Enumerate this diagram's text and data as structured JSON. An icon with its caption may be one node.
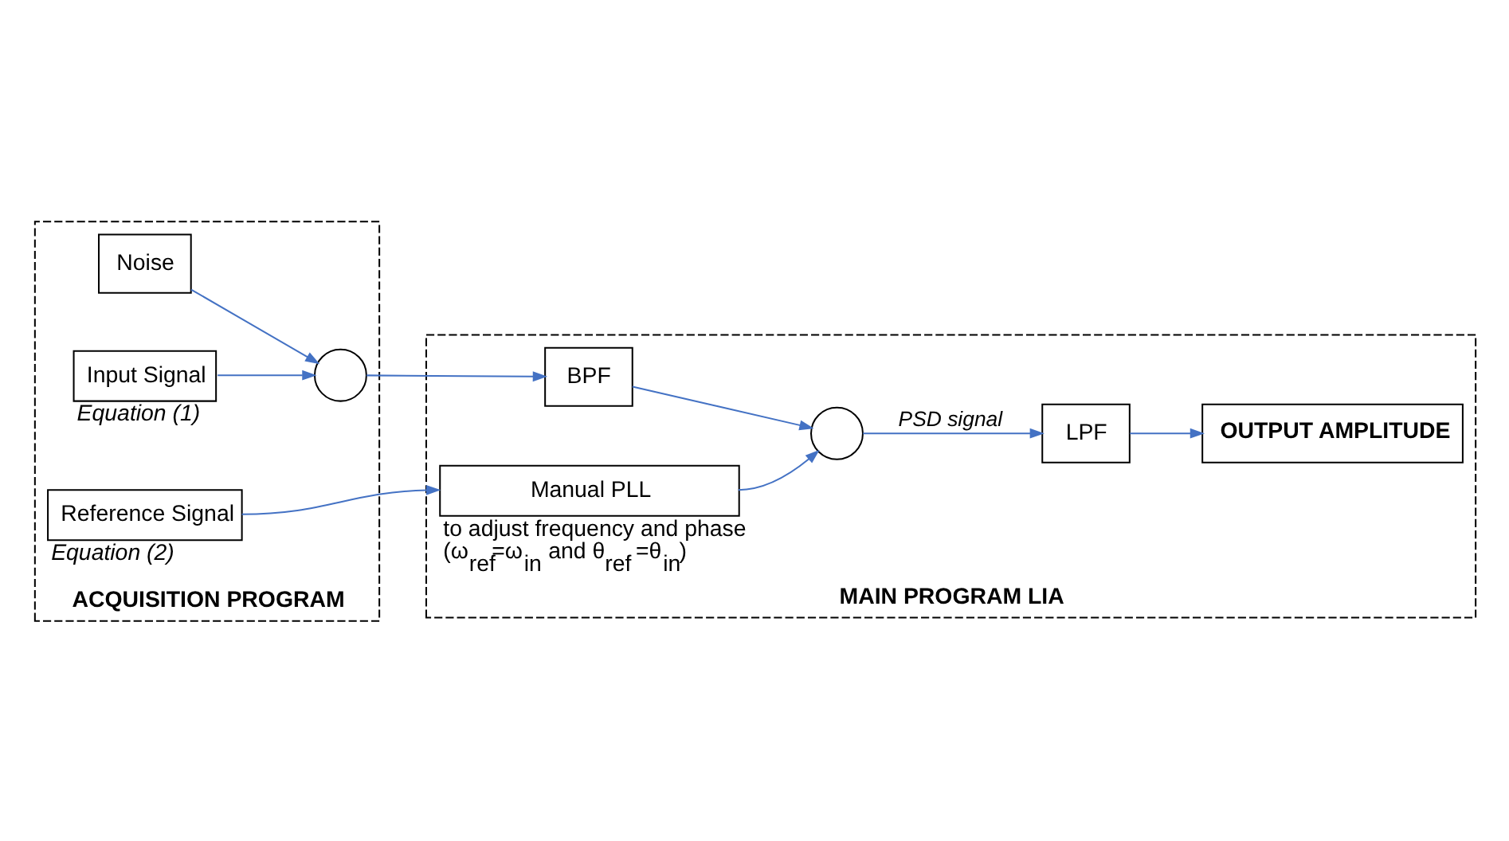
{
  "diagram": {
    "nodes": [
      {
        "text": [
          "ACQUISITION PROGRAM"
        ]
      },
      {
        "text": [
          "MAIN PROGRAM LIA"
        ]
      },
      {
        "text": [
          "Noise"
        ],
        "in": 0
      },
      {
        "text": [],
        "shape": "circle",
        "in": 0
      },
      {
        "text": [
          "Input Signal"
        ],
        "beside": [
          "Equation (1)"
        ],
        "in": 0
      },
      {
        "text": [
          "Reference Signal"
        ],
        "beside": [
          "Equation (2)"
        ],
        "in": 0
      },
      {
        "text": [
          "BPF"
        ],
        "in": 1
      },
      {
        "text": [],
        "shape": "circle",
        "in": 1
      },
      {
        "text": [
          "LPF"
        ],
        "in": 1
      },
      {
        "text": [
          "OUTPUT AMPLITUDE"
        ],
        "in": 1
      },
      {
        "text": [
          "Manual PLL"
        ],
        "beside": [
          "to adjust frequency and phase (ω$_{ref}$=ω$_{in}$ and θ$_{ref}$ =θ$_{in}$)"
        ],
        "in": 1
      }
    ],
    "edges": [
      {
        "from": 2,
        "to": 3,
        "arrow": "to"
      },
      {
        "from": 4,
        "to": 3,
        "arrow": "to"
      },
      {
        "from": 3,
        "to": 6,
        "arrow": "to"
      },
      {
        "from": 6,
        "to": 7,
        "arrow": "to"
      },
      {
        "from": 7,
        "to": 8,
        "arrow": "to",
        "label": "PSD signal"
      },
      {
        "from": 8,
        "to": 9,
        "arrow": "to"
      },
      {
        "from": 5,
        "to": 10,
        "arrow": "to"
      },
      {
        "from": 10,
        "to": 7,
        "arrow": "to"
      }
    ]
  }
}
